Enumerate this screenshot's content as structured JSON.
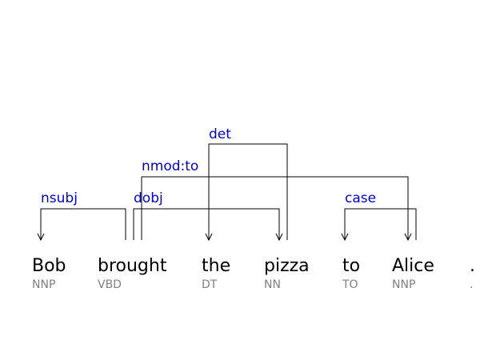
{
  "tokens": [
    {
      "word": "Bob",
      "tag": "NNP"
    },
    {
      "word": "brought",
      "tag": "VBD"
    },
    {
      "word": "the",
      "tag": "DT"
    },
    {
      "word": "pizza",
      "tag": "NN"
    },
    {
      "word": "to",
      "tag": "TO"
    },
    {
      "word": "Alice",
      "tag": "NNP"
    },
    {
      "word": ".",
      "tag": "."
    }
  ],
  "dependencies": [
    {
      "label": "nsubj",
      "head": 1,
      "dependent": 0
    },
    {
      "label": "dobj",
      "head": 1,
      "dependent": 3
    },
    {
      "label": "nmod:to",
      "head": 1,
      "dependent": 5
    },
    {
      "label": "det",
      "head": 3,
      "dependent": 2
    },
    {
      "label": "case",
      "head": 5,
      "dependent": 4
    }
  ],
  "colors": {
    "word": "#000000",
    "tag": "#808080",
    "relation": "#0000cc",
    "arc": "#000000"
  }
}
